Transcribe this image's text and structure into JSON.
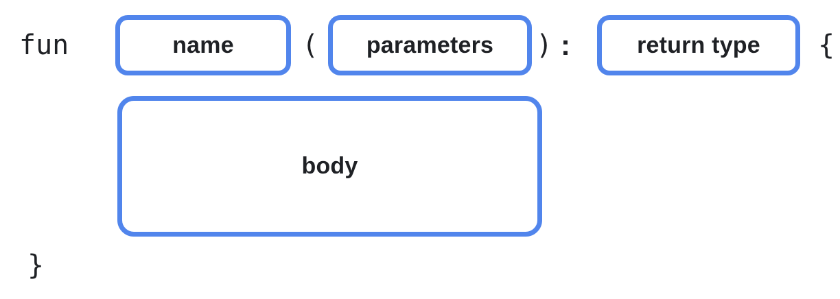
{
  "diagram": {
    "keyword": "fun",
    "open_paren": "(",
    "close_paren": ")",
    "colon": ":",
    "open_brace": "{",
    "close_brace": "}",
    "slots": {
      "name": "name",
      "parameters": "parameters",
      "return_type": "return type",
      "body": "body"
    }
  },
  "colors": {
    "slot_border": "#5185EC",
    "text": "#1f2125",
    "background": "#ffffff"
  }
}
